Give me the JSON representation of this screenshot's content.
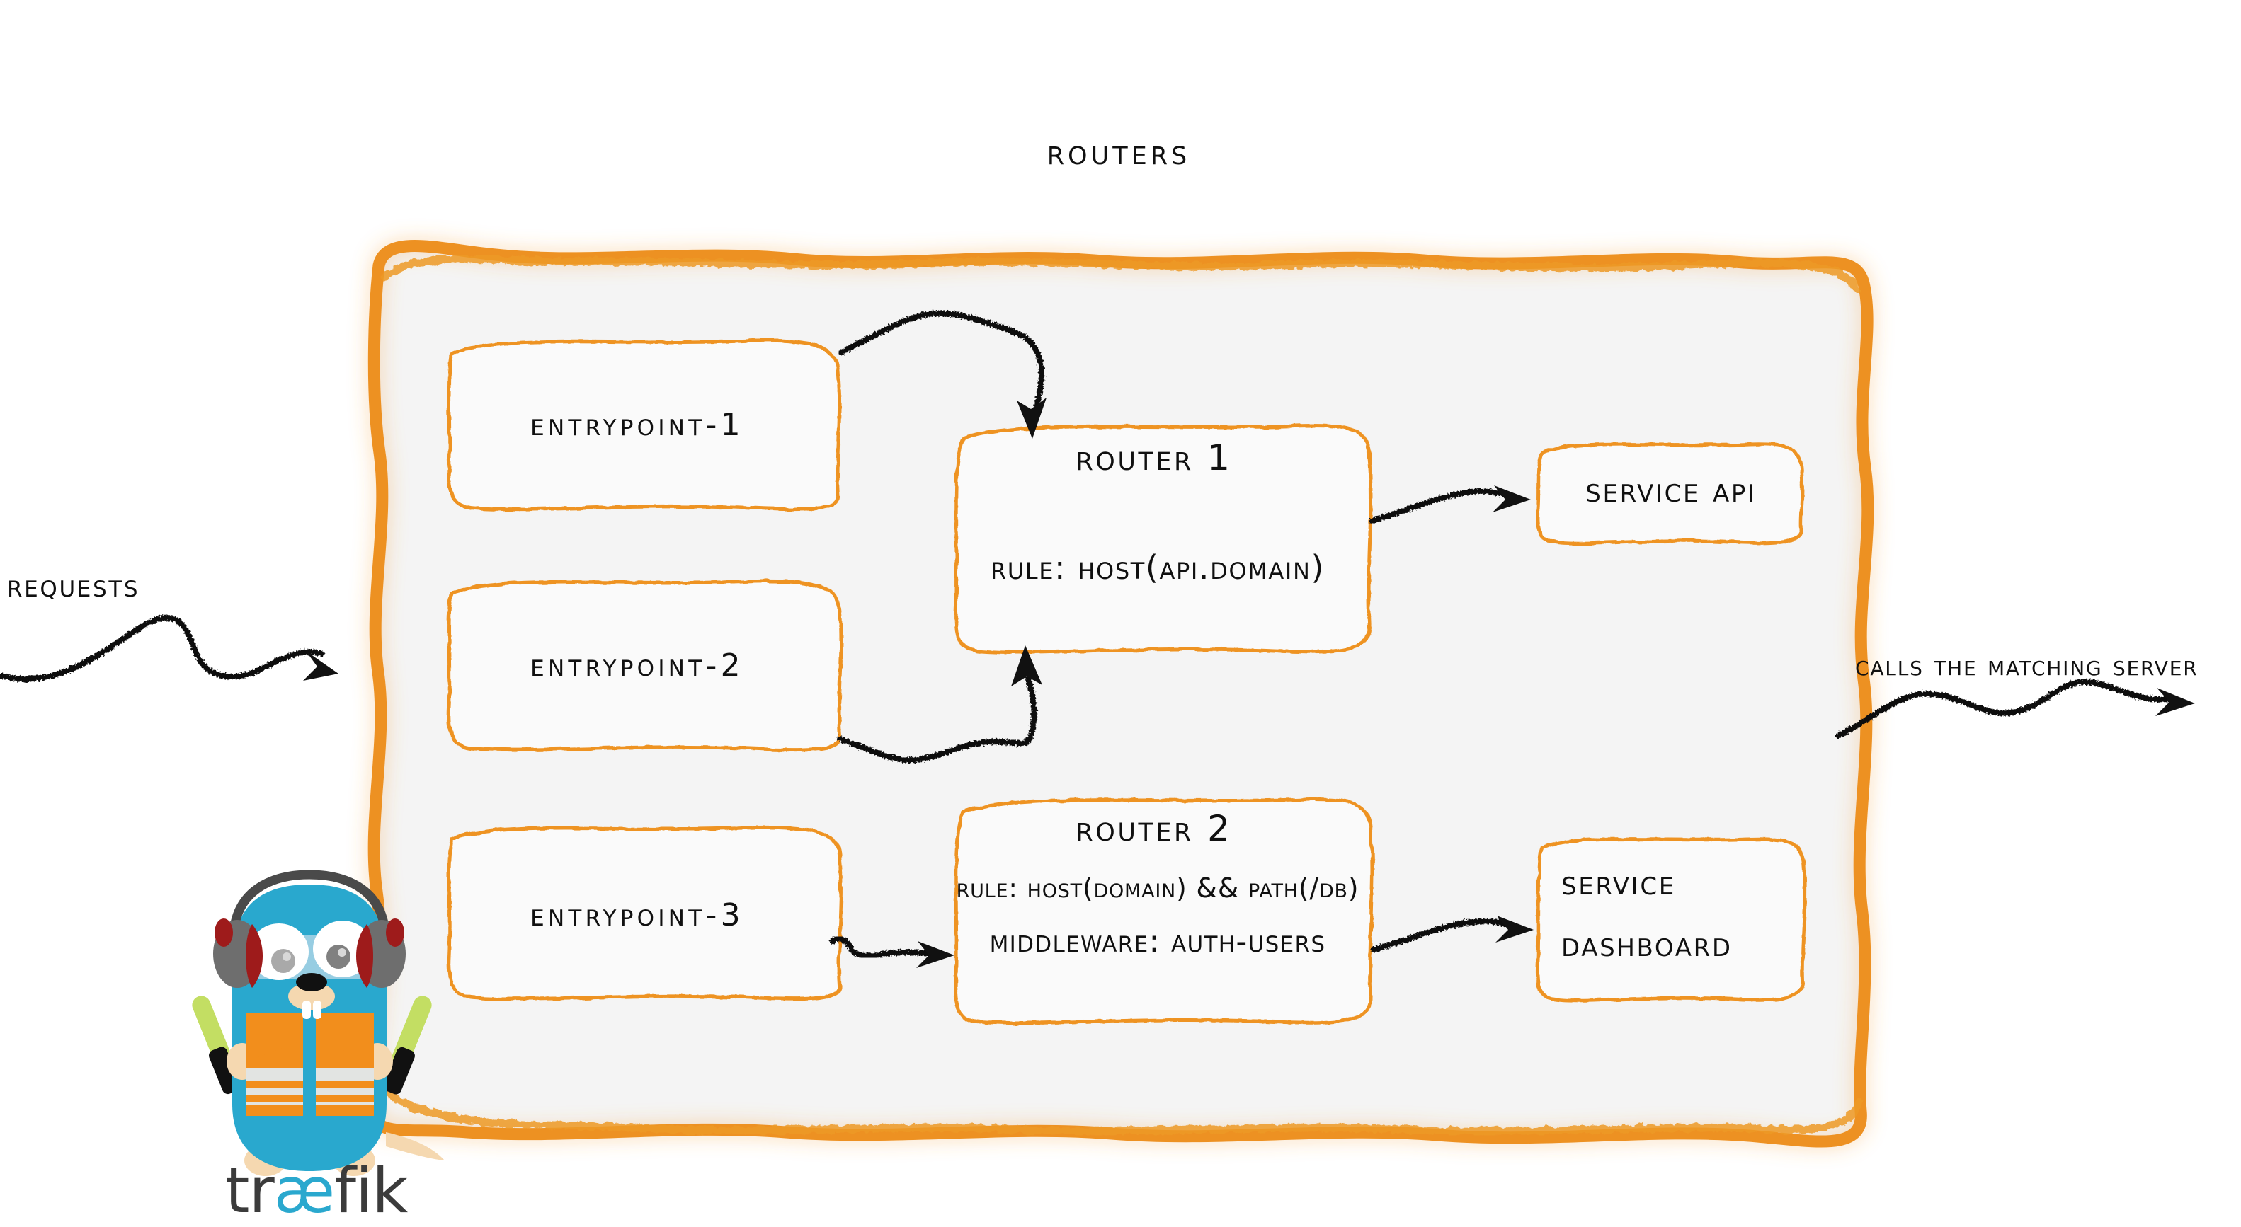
{
  "diagram": {
    "title": "Routers",
    "brand": {
      "name_prefix": "tr",
      "name_ligature": "æ",
      "name_suffix": "fik"
    },
    "colors": {
      "accent_orange": "#ED9121",
      "border_orange": "#EE9322",
      "panel_fill": "#F4F4F4",
      "box_fill": "#FAFAFA",
      "ink": "#101010",
      "gopher_body": "#29A8CE",
      "gopher_vest": "#F28E1C",
      "gopher_wand": "#C3DE63",
      "brand_cyan": "#2AA8CE",
      "brand_gray": "#3B3B3B"
    },
    "entrypoints": [
      {
        "label": "entrypoint-1"
      },
      {
        "label": "entrypoint-2"
      },
      {
        "label": "entrypoint-3"
      }
    ],
    "routers": [
      {
        "title": "Router 1",
        "rule": "rule: Host(api.domain)",
        "middleware": null
      },
      {
        "title": "Router 2",
        "rule": "rule: Host(domain) && Path(/db)",
        "middleware": "Middleware: auth-users"
      }
    ],
    "services": [
      {
        "label": "Service API",
        "lines": [
          "Service API"
        ]
      },
      {
        "label": "Service Dashboard",
        "lines": [
          "Service",
          "Dashboard"
        ]
      }
    ],
    "annotations": {
      "left_input": "Requests",
      "right_output": "Calls the matching server"
    },
    "flows": [
      {
        "from": "entrypoint-1",
        "to": "Router 1"
      },
      {
        "from": "entrypoint-2",
        "to": "Router 1"
      },
      {
        "from": "entrypoint-3",
        "to": "Router 2"
      },
      {
        "from": "Router 1",
        "to": "Service API"
      },
      {
        "from": "Router 2",
        "to": "Service Dashboard"
      }
    ]
  }
}
